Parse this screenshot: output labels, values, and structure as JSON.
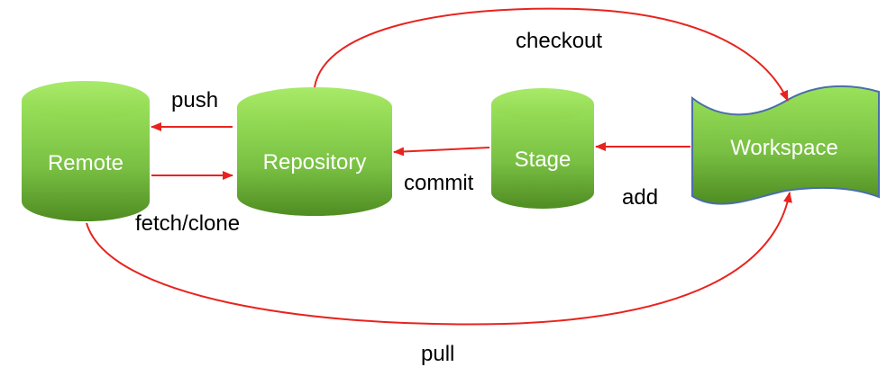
{
  "nodes": {
    "remote": "Remote",
    "repository": "Repository",
    "stage": "Stage",
    "workspace": "Workspace"
  },
  "edges": {
    "checkout": "checkout",
    "push": "push",
    "fetch_clone": "fetch/clone",
    "commit": "commit",
    "add": "add",
    "pull": "pull"
  },
  "colors": {
    "arrow": "#e8231e",
    "node_fill_top": "#9ae25a",
    "node_fill_bottom": "#4f8c22",
    "node_outline": "#4a6ea8"
  }
}
